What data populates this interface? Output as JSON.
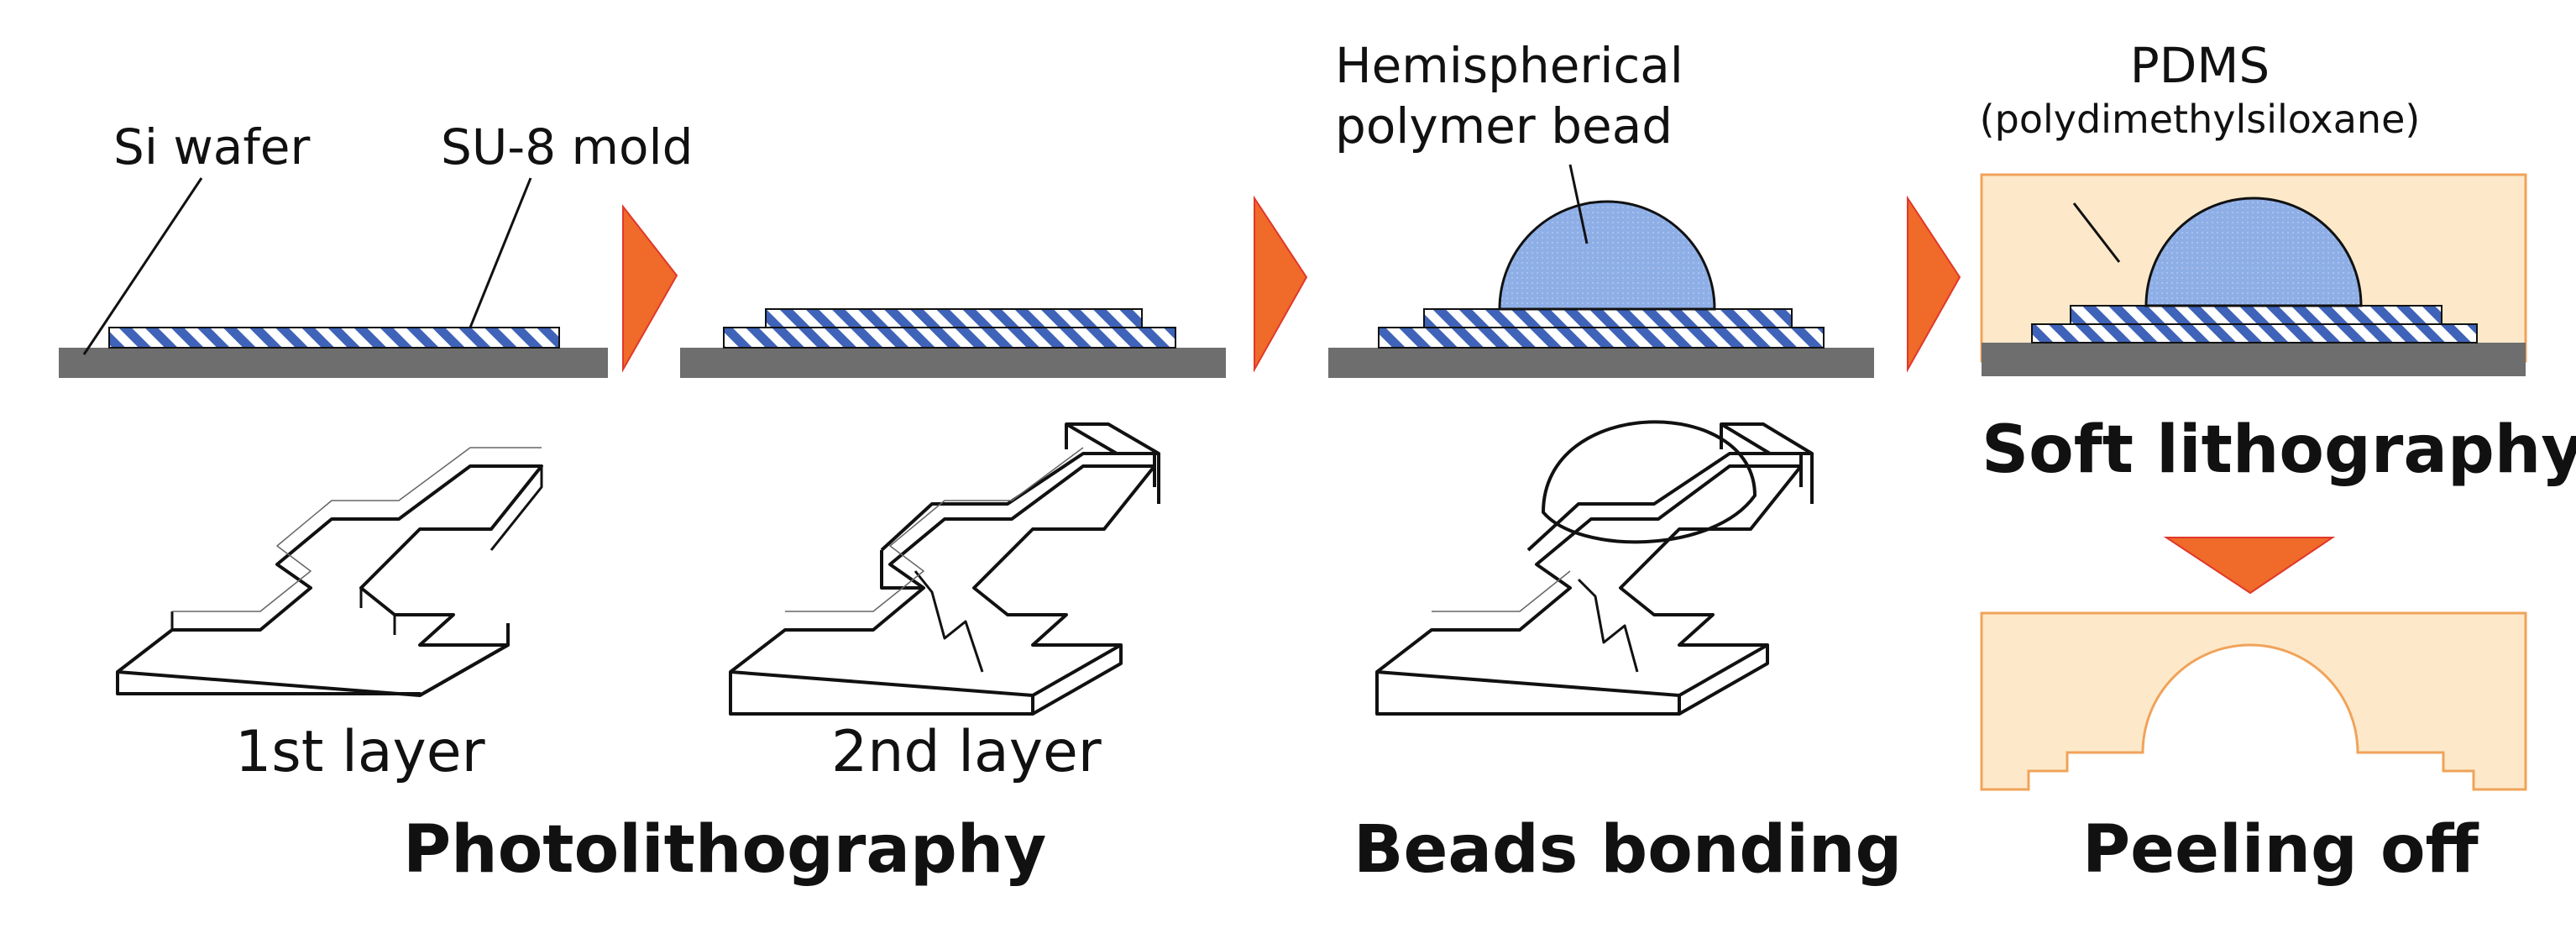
{
  "labels": {
    "si_wafer": "Si wafer",
    "su8_mold": "SU-8 mold",
    "bead_line1": "Hemispherical",
    "bead_line2": "polymer bead",
    "pdms": "PDMS",
    "pdms_full": "(polydimethylsiloxane)",
    "first_layer": "1st layer",
    "second_layer": "2nd layer"
  },
  "steps": {
    "photolithography": "Photolithography",
    "beads_bonding": "Beads bonding",
    "soft_lithography": "Soft lithography",
    "peeling_off": "Peeling off"
  },
  "colors": {
    "wafer": "#6e6e6e",
    "su8_stripe": "#3f63b8",
    "bead_fill": "#8eaee6",
    "pdms_fill": "#fde9c9",
    "pdms_edge": "#f0a35a",
    "arrow": "#f06a2a",
    "arrow_edge": "#e0382a",
    "outline": "#111111"
  }
}
